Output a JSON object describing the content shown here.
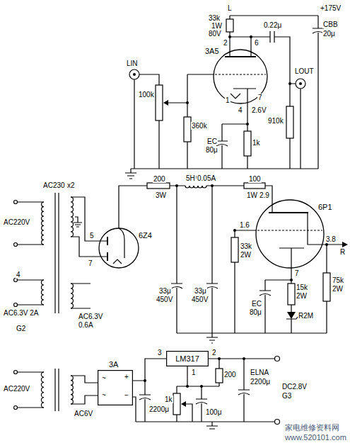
{
  "diagram": {
    "nodes": [
      {
        "text": [
          "3A5"
        ]
      },
      {
        "text": [
          "6Z4"
        ]
      },
      {
        "text": [
          "6P1"
        ]
      },
      {
        "text": [
          "3A"
        ]
      },
      {
        "text": [
          "LM317"
        ]
      }
    ],
    "edges": [
      {
        "from": 1,
        "to": 2,
        "arrow": "none"
      },
      {
        "from": 3,
        "to": 4,
        "arrow": "none"
      }
    ],
    "labels": [
      "L",
      "+175V",
      "33k",
      "1W",
      "80V",
      "CBB",
      "20μ",
      "0.22μ",
      "LIN",
      "100k",
      "2",
      "6",
      "360k",
      "1",
      "4",
      "2.6V",
      "7",
      "LOUT",
      "910k",
      "EC",
      "80μ",
      "1k",
      "200",
      "3W",
      "5H",
      "0.05A",
      "100",
      "1W",
      "2.9",
      "1.6",
      "33k",
      "2W",
      "3.8",
      "R",
      "AC230",
      "x2",
      "5",
      "7",
      "AC220V",
      "4",
      "AC6.3V 2A",
      "AC6.3V",
      "0.6A",
      "G2",
      "33μ",
      "450V",
      "33μ",
      "450V",
      "7",
      "EC",
      "80μ",
      "15k",
      "2W",
      "R2M",
      "75k",
      "2W",
      "AC220V",
      "AC6V",
      "~",
      "~",
      "+",
      "−",
      "3",
      "2",
      "1",
      "200",
      "2200μ",
      "1k",
      "100μ",
      "ELNA",
      "2200μ",
      "DC2.8V",
      "G3",
      "家电维修资料网",
      "www.520101.com"
    ]
  }
}
